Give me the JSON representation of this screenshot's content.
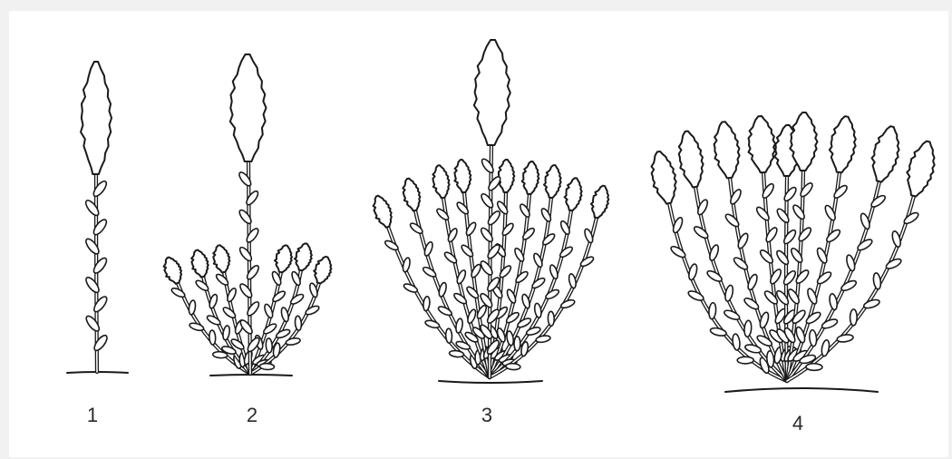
{
  "plants": [
    {
      "label": "1"
    },
    {
      "label": "2"
    },
    {
      "label": "3"
    },
    {
      "label": "4"
    }
  ]
}
